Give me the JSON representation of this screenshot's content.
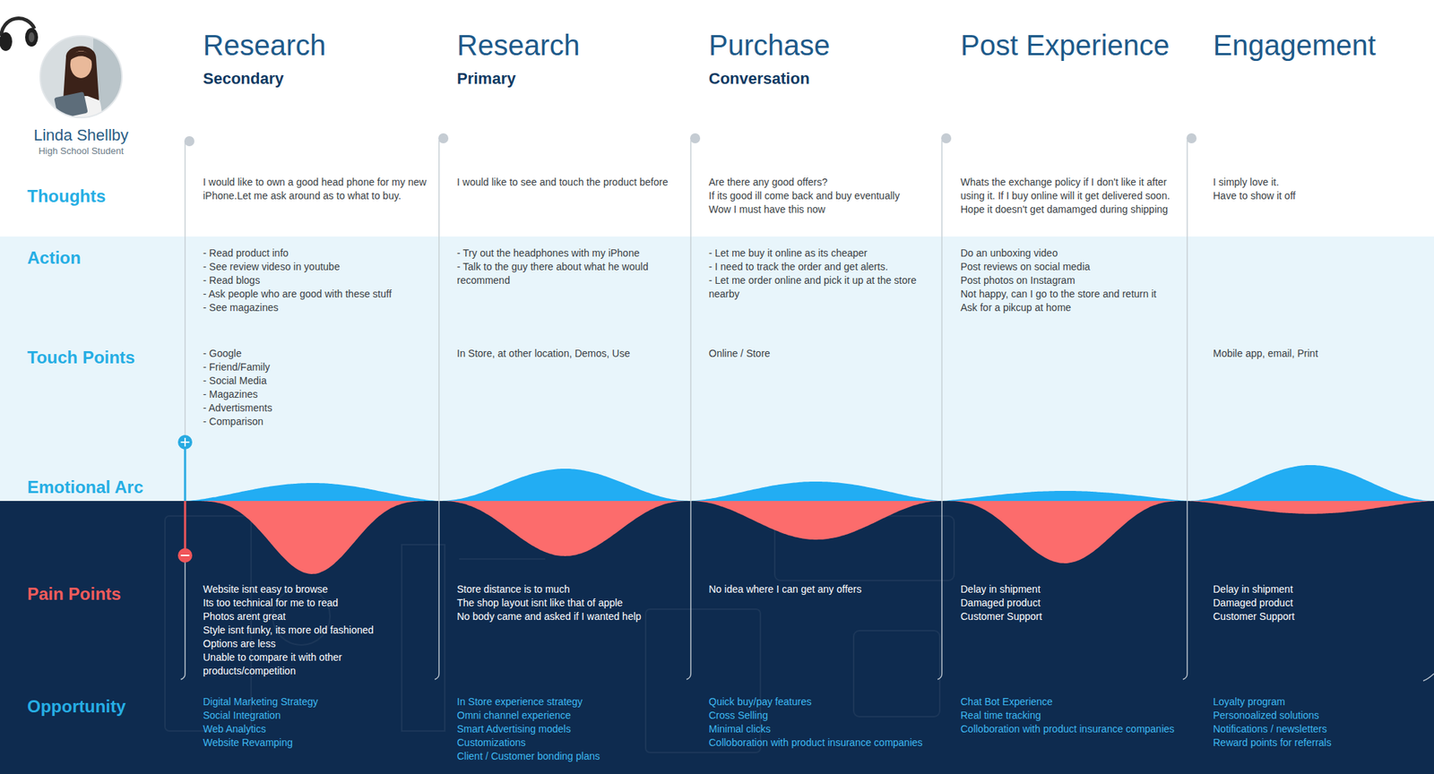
{
  "diagram": {
    "nodes": [
      {
        "text": [
          "Linda Shellby",
          "High School Student"
        ]
      }
    ],
    "labels": [
      "Research",
      "Secondary",
      "Research",
      "Primary",
      "Purchase",
      "Conversation",
      "Post Experience",
      "Engagement",
      "Thoughts",
      "I would like to own a good head phone for my new iPhone.Let me ask around as to what to buy.",
      "I would like to see and touch the product before",
      "Are there any good offers?",
      "If its good ill come back and buy eventually",
      "Wow I must have this now",
      "Whats the exchange policy if I don't like it after using it. If I buy online will it get delivered soon. Hope it doesn't get damamged during shipping",
      "I simply love it.",
      "Have to show it off",
      "Action",
      "- Read product info",
      "- See review videso in youtube",
      "- Read blogs",
      "- Ask people who are good with these stuff",
      "- See magazines",
      "- Try out the headphones with my iPhone",
      "- Talk to the guy there about what he would recommend",
      "- Let me buy it online as its cheaper",
      "- I need to track the order and get alerts.",
      "- Let me order online and pick it up at the store nearby",
      "Do an unboxing video",
      "Post reviews on social media",
      "Post photos on Instagram",
      "Not happy, can I go to the store and return it",
      "Ask for a pikcup at home",
      "Touch Points",
      "- Google",
      "- Friend/Family",
      "- Social Media",
      "- Magazines",
      "- Advertisments",
      "- Comparison",
      "In Store, at other location, Demos, Use",
      "Online / Store",
      "Mobile app, email, Print",
      "Emotional Arc",
      "Pain Points",
      "Website isnt easy to browse",
      "Its too technical for me to read",
      "Photos arent great",
      "Style isnt funky, its more old fashioned",
      "Options are less",
      "Unable to compare it with other products/competition",
      "Store distance is to much",
      "The shop layout isnt like that of apple",
      "No body came and asked if I wanted help",
      "No idea where I can get any offers",
      "Delay in shipment",
      "Damaged product",
      "Customer Support",
      "Delay in shipment",
      "Damaged product",
      "Customer Support",
      "Opportunity",
      "Digital Marketing Strategy",
      "Social Integration",
      "Web Analytics",
      "Website Revamping",
      "In Store experience strategy",
      "Omni channel experience",
      "Smart Advertising models",
      "Customizations",
      "Client / Customer bonding plans",
      "Quick buy/pay features",
      "Cross Selling",
      "Minimal clicks",
      "Colloboration with product insurance companies",
      "Chat Bot Experience",
      "Real time tracking",
      "Colloboration with product insurance companies",
      "Loyalty program",
      "Personoalized solutions",
      "Notifications / newsletters",
      "Reward points for referrals"
    ]
  }
}
